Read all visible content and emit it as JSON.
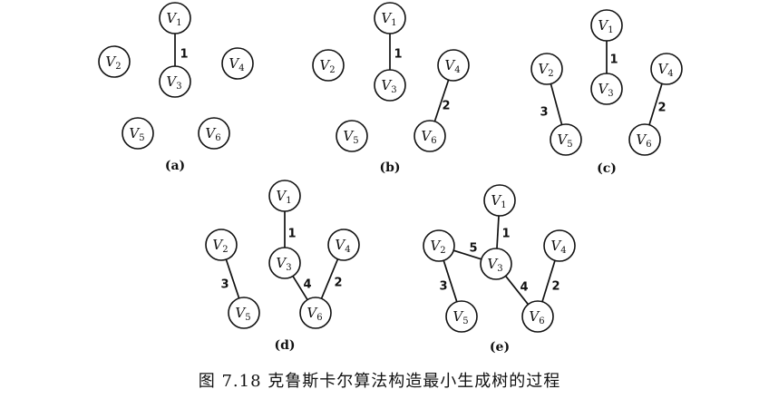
{
  "caption": "图 7.18   克鲁斯卡尔算法构造最小生成树的过程",
  "nodes": [
    {
      "id": "V1",
      "letter": "V",
      "sub": "1"
    },
    {
      "id": "V2",
      "letter": "V",
      "sub": "2"
    },
    {
      "id": "V3",
      "letter": "V",
      "sub": "3"
    },
    {
      "id": "V4",
      "letter": "V",
      "sub": "4"
    },
    {
      "id": "V5",
      "letter": "V",
      "sub": "5"
    },
    {
      "id": "V6",
      "letter": "V",
      "sub": "6"
    }
  ],
  "panels": [
    {
      "label": "(a)",
      "edges": [
        {
          "from": "V1",
          "to": "V3",
          "weight": "1"
        }
      ]
    },
    {
      "label": "(b)",
      "edges": [
        {
          "from": "V1",
          "to": "V3",
          "weight": "1"
        },
        {
          "from": "V4",
          "to": "V6",
          "weight": "2"
        }
      ]
    },
    {
      "label": "(c)",
      "edges": [
        {
          "from": "V1",
          "to": "V3",
          "weight": "1"
        },
        {
          "from": "V4",
          "to": "V6",
          "weight": "2"
        },
        {
          "from": "V2",
          "to": "V5",
          "weight": "3"
        }
      ]
    },
    {
      "label": "(d)",
      "edges": [
        {
          "from": "V1",
          "to": "V3",
          "weight": "1"
        },
        {
          "from": "V4",
          "to": "V6",
          "weight": "2"
        },
        {
          "from": "V2",
          "to": "V5",
          "weight": "3"
        },
        {
          "from": "V3",
          "to": "V6",
          "weight": "4"
        }
      ]
    },
    {
      "label": "(e)",
      "edges": [
        {
          "from": "V1",
          "to": "V3",
          "weight": "1"
        },
        {
          "from": "V4",
          "to": "V6",
          "weight": "2"
        },
        {
          "from": "V2",
          "to": "V5",
          "weight": "3"
        },
        {
          "from": "V3",
          "to": "V6",
          "weight": "4"
        },
        {
          "from": "V2",
          "to": "V3",
          "weight": "5"
        }
      ]
    }
  ]
}
